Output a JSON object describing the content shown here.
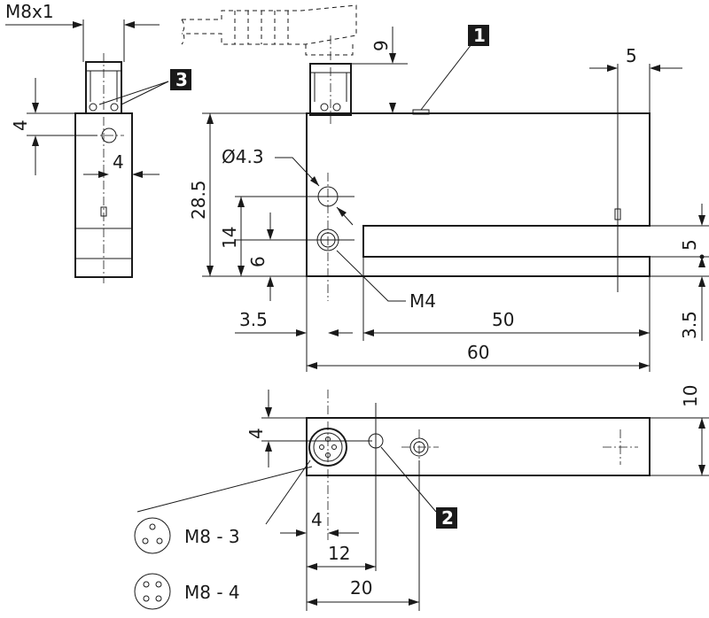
{
  "thread": "M8x1",
  "callouts": {
    "one": "1",
    "two": "2",
    "three": "3"
  },
  "dims": {
    "d9": "9",
    "d5_top": "5",
    "d4_side": "4",
    "d4_side_h": "4",
    "d285": "28.5",
    "d14": "14",
    "d6": "6",
    "hole_dia": "Ø4.3",
    "thread_m4": "M4",
    "d5_slot": "5",
    "d35_right": "3.5",
    "d35_left": "3.5",
    "d50": "50",
    "d60": "60",
    "d10": "10",
    "d4_bottom_v": "4",
    "d4_bottom_h": "4",
    "d12": "12",
    "d20": "20"
  },
  "connectors": {
    "m83": "M8 - 3",
    "m84": "M8 - 4"
  }
}
